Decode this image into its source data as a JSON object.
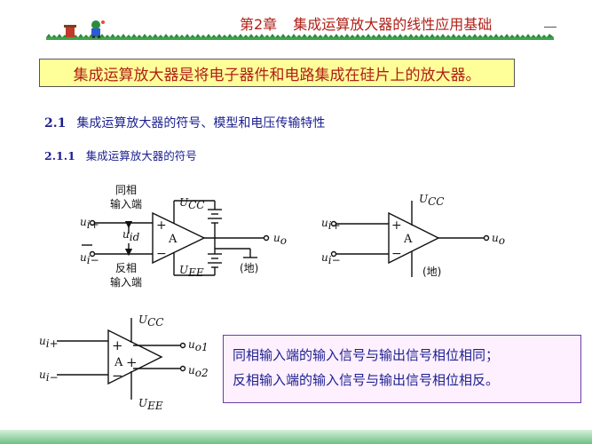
{
  "header": {
    "chapter": "第2章",
    "title": "集成运算放大器的线性应用基础"
  },
  "banner": {
    "text": "集成运算放大器是将电子器件和电路集成在硅片上的放大器。"
  },
  "section": {
    "number": "2.1",
    "title": "集成运算放大器的符号、模型和电压传输特性"
  },
  "subsection": {
    "number": "2.1.1",
    "title": "集成运算放大器的符号"
  },
  "diagram1": {
    "noninv_label_1": "同相",
    "noninv_label_2": "输入端",
    "inv_label_1": "反相",
    "inv_label_2": "输入端",
    "ui_sym": "u",
    "ui_plus_sub": "i+",
    "ui_minus_sub": "i−",
    "uid_sub": "id",
    "uo_sub": "o",
    "ucc_sym": "U",
    "ucc_sub": "CC",
    "uee_sub": "EE",
    "amp": "A",
    "plus": "+",
    "minus": "−",
    "ground": "(地)"
  },
  "diagram2": {
    "ui_plus_sub": "i+",
    "ui_minus_sub": "i−",
    "uo_sub": "o",
    "ucc_sub": "CC",
    "amp": "A",
    "plus": "+",
    "minus": "−",
    "ground": "(地)"
  },
  "diagram3": {
    "ui_plus_sub": "i+",
    "ui_minus_sub": "i−",
    "uo1_sub": "o1",
    "uo2_sub": "o2",
    "ucc_sub": "CC",
    "uee_sub": "EE",
    "amp": "A",
    "plus": "+",
    "minus": "−"
  },
  "info": {
    "line1": "同相输入端的输入信号与输出信号相位相同；",
    "line2": "反相输入端的输入信号与输出信号相位相反。"
  },
  "colors": {
    "title_red": "#b01e16",
    "section_blue": "#1b1f8f",
    "banner_bg": "#ffff99",
    "info_bg": "#fff0ff",
    "footer_green": "#6cc183"
  }
}
